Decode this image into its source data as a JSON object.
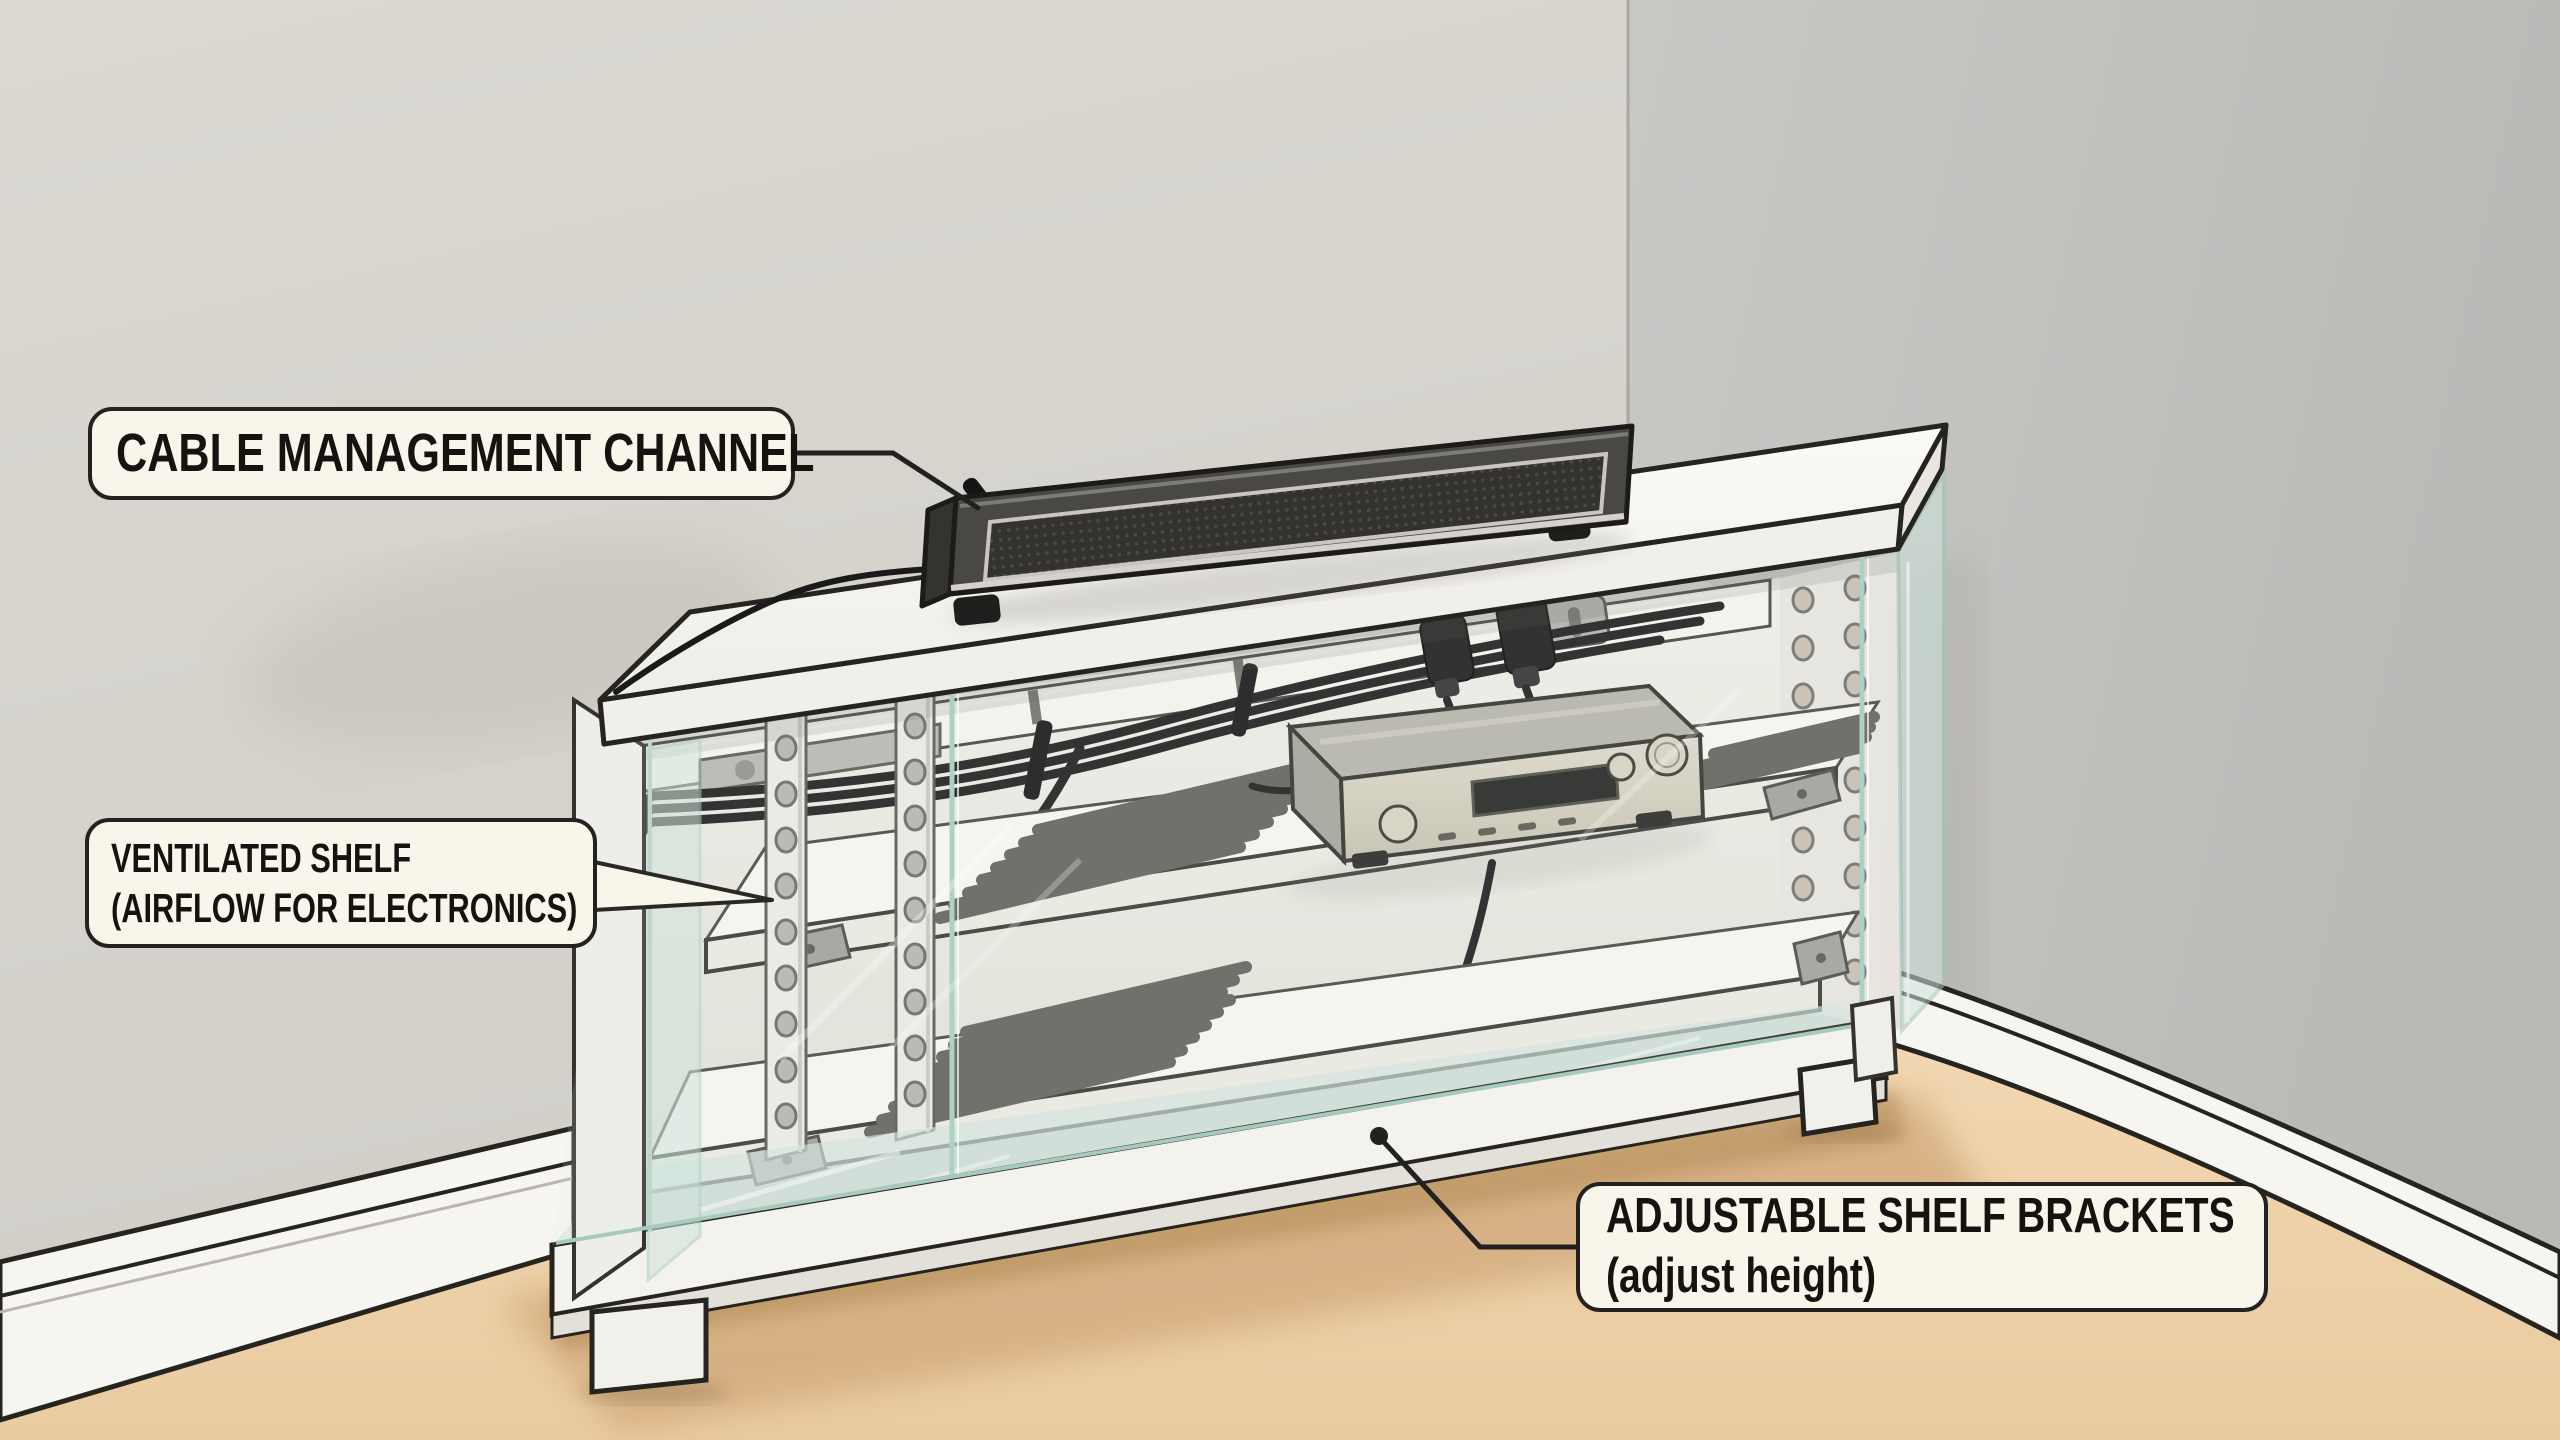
{
  "figure": {
    "kind": "labeled-illustration",
    "subject": "glass media console with cable management in a room corner"
  },
  "labels": {
    "cable_channel": {
      "text": "CABLE MANAGEMENT CHANNEL"
    },
    "ventilated_shelf": {
      "line1": "VENTILATED SHELF",
      "line2": "(AIRFLOW FOR ELECTRONICS)"
    },
    "adjustable_brackets": {
      "line1": "ADJUSTABLE SHELF BRACKETS",
      "line2": "(adjust height)"
    }
  },
  "parts": [
    "soundbar",
    "cable-management-channel",
    "cable-bundle",
    "cable-clips",
    "cable-plugs",
    "av-receiver",
    "ventilated-shelf-upper",
    "ventilated-shelf-lower",
    "shelf-brackets",
    "shelf-standards",
    "bracket-holes",
    "glass-panels",
    "plinth-base",
    "cabinet-feet",
    "baseboard",
    "floor",
    "walls"
  ],
  "colors": {
    "wall_left": "#d6d3cd",
    "wall_right": "#c3c1be",
    "floor": "#eed3ab",
    "floor_shadow": "#c9a57b",
    "baseboard": "#f7f5f0",
    "cabinet_white": "#f6f4ef",
    "glass_tint": "#d4e8e0",
    "soundbar_dark": "#3f3d3a",
    "receiver_silver": "#d6cfc0",
    "cable_black": "#1a1a1a",
    "outline": "#26241f",
    "label_background": "#f8f5ea",
    "label_border": "#232220"
  }
}
